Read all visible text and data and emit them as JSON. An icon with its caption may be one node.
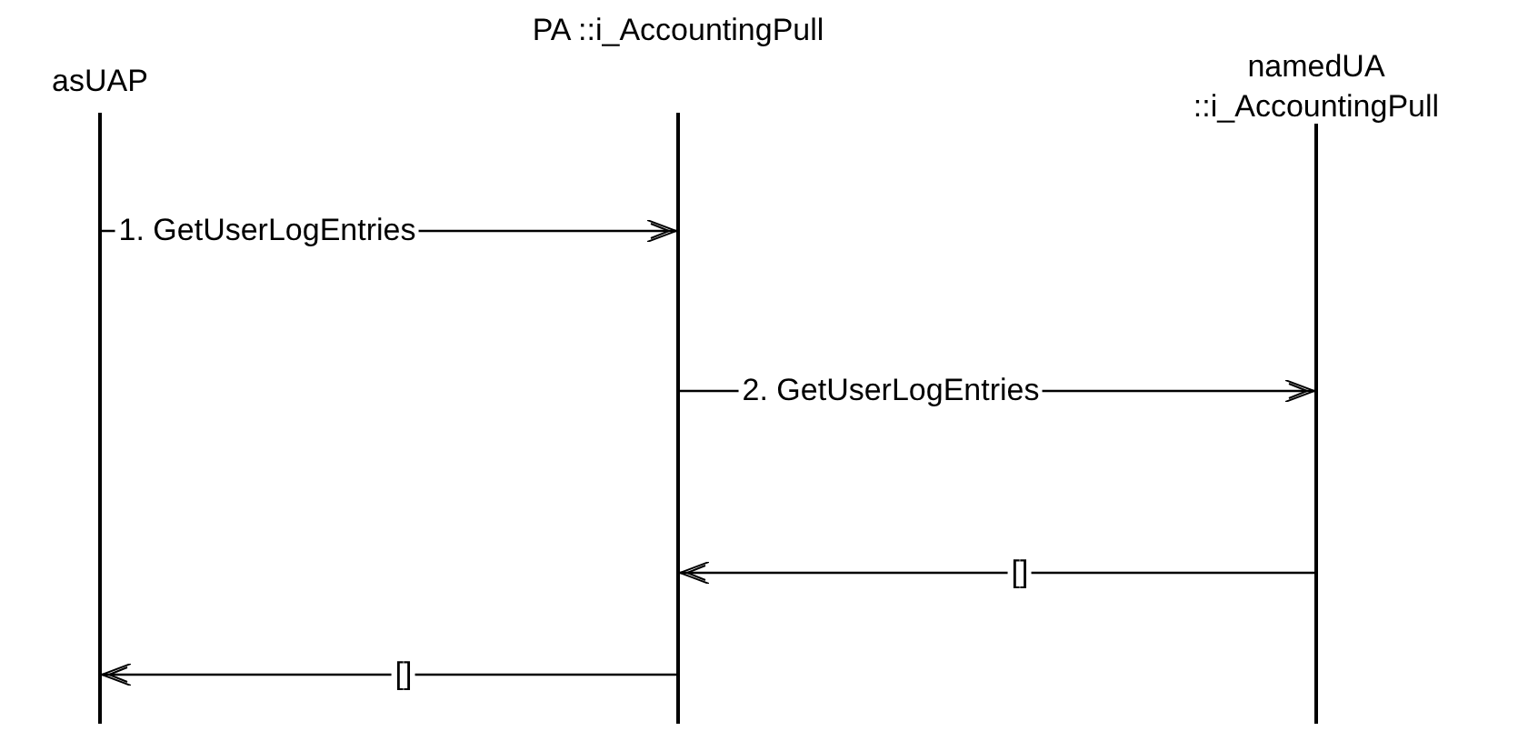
{
  "diagram": {
    "nodes": [
      {
        "text": [
          "asUAP"
        ]
      },
      {
        "text": [
          "PA ::i_AccountingPull"
        ]
      },
      {
        "text": [
          "namedUA ::i_AccountingPull"
        ]
      },
      {
        "text": [],
        "shape": "line"
      },
      {
        "text": [],
        "shape": "line"
      },
      {
        "text": [],
        "shape": "line"
      }
    ],
    "edges": [
      {
        "from": 3,
        "to": 4,
        "arrow": "to",
        "label": "1. GetUserLogEntries"
      },
      {
        "from": 4,
        "to": 5,
        "arrow": "to",
        "label": "2. GetUserLogEntries"
      },
      {
        "from": 5,
        "to": 4,
        "arrow": "to",
        "label": "[]"
      },
      {
        "from": 4,
        "to": 3,
        "arrow": "to",
        "label": "[]"
      }
    ]
  }
}
